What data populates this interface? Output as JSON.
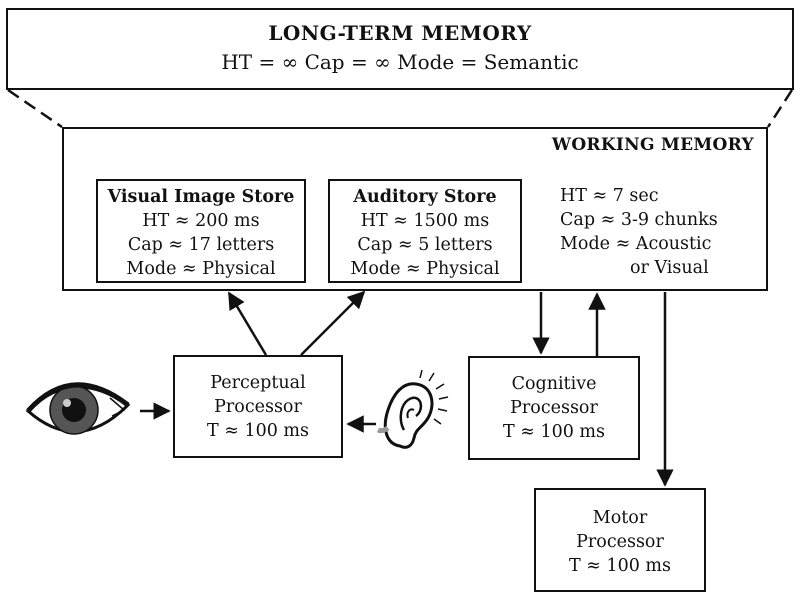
{
  "long_term_memory": {
    "title": "LONG-TERM MEMORY",
    "props": "HT = ∞   Cap = ∞   Mode = Semantic"
  },
  "working_memory": {
    "title": "WORKING MEMORY",
    "props": [
      "HT ≈ 7 sec",
      "Cap ≈ 3-9 chunks",
      "Mode ≈ Acoustic",
      "or Visual"
    ]
  },
  "visual_image_store": {
    "title": "Visual Image Store",
    "lines": [
      "HT ≈ 200 ms",
      "Cap ≈ 17 letters",
      "Mode ≈ Physical"
    ]
  },
  "auditory_store": {
    "title": "Auditory Store",
    "lines": [
      "HT ≈ 1500 ms",
      "Cap ≈ 5 letters",
      "Mode ≈ Physical"
    ]
  },
  "perceptual_processor": {
    "lines": [
      "Perceptual",
      "Processor",
      "T ≈ 100 ms"
    ]
  },
  "cognitive_processor": {
    "lines": [
      "Cognitive",
      "Processor",
      "T ≈ 100 ms"
    ]
  },
  "motor_processor": {
    "lines": [
      "Motor",
      "Processor",
      "T ≈ 100 ms"
    ]
  },
  "icons": [
    "eye-icon",
    "ear-icon"
  ]
}
